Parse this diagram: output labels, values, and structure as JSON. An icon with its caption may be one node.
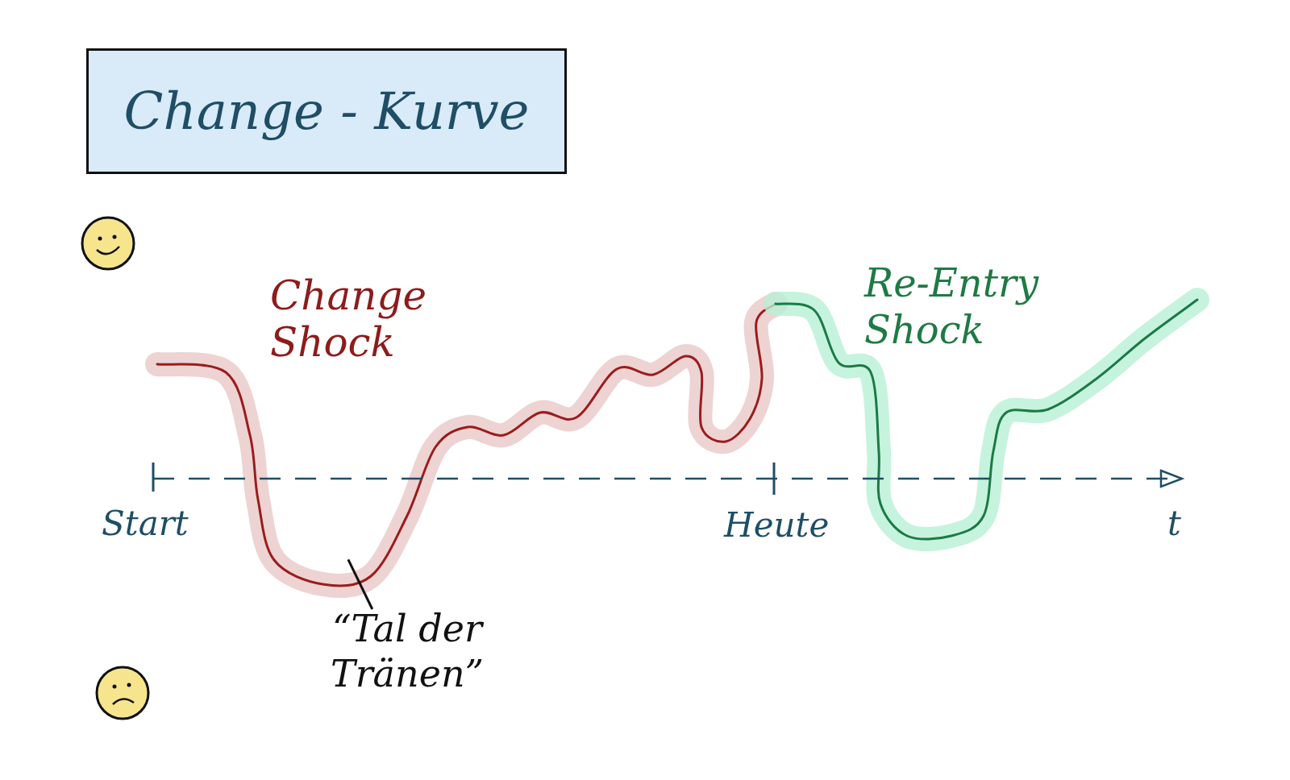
{
  "diagram": {
    "title": "Change - Kurve",
    "nodes": [
      {
        "text": [
          "“Tal der Tränen”"
        ]
      },
      {
        "text": [],
        "shape": "curve"
      }
    ],
    "edges": [
      {
        "from": 0,
        "to": 1,
        "arrow": "none"
      }
    ],
    "labels": [
      "Change Shock",
      "Re-Entry Shock",
      "Start",
      "Heute",
      "t"
    ]
  }
}
